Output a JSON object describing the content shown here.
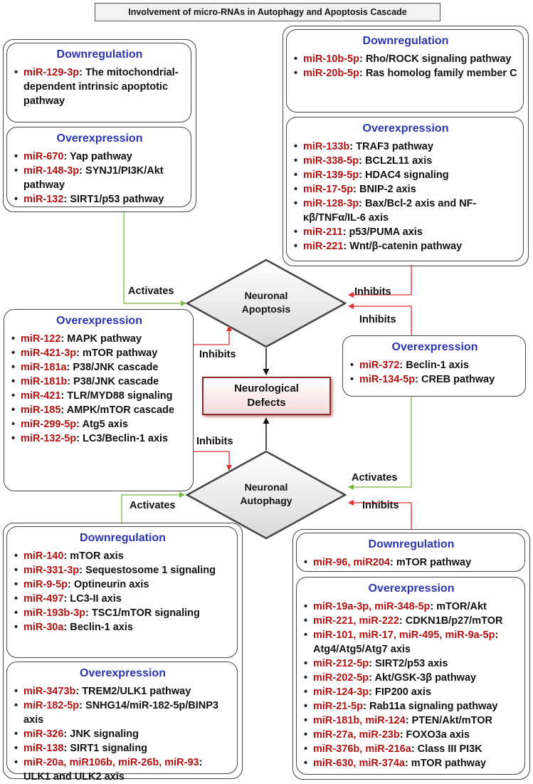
{
  "title": "Involvement of micro-RNAs in Autophagy and Apoptosis Cascade",
  "center": {
    "apoptosis_line1": "Neuronal",
    "apoptosis_line2": "Apoptosis",
    "defects_line1": "Neurological",
    "defects_line2": "Defects",
    "autophagy_line1": "Neuronal",
    "autophagy_line2": "Autophagy"
  },
  "labels": {
    "activates_top_left": "Activates",
    "inhibits_top_right": "Inhibits",
    "inhibits_right_lower": "Inhibits",
    "inhibits_mid_left": "Inhibits",
    "inhibits_low_left": "Inhibits",
    "activates_right": "Activates",
    "activates_bottom_left": "Activates",
    "inhibits_bottom_right": "Inhibits"
  },
  "panels": {
    "tl_down": {
      "heading": "Downregulation",
      "items": [
        {
          "mir": "miR-129-3p",
          "text": ": The mitochondrial-dependent intrinsic apoptotic pathway"
        }
      ]
    },
    "tl_over": {
      "heading": "Overexpression",
      "items": [
        {
          "mir": "miR-670",
          "text": ": Yap pathway"
        },
        {
          "mir": "miR-148-3p",
          "text": ": SYNJ1/PI3K/Akt pathway"
        },
        {
          "mir": "miR-132",
          "text": ": SIRT1/p53 pathway"
        }
      ]
    },
    "tr_down": {
      "heading": "Downregulation",
      "items": [
        {
          "mir": "miR-10b-5p",
          "text": ": Rho/ROCK signaling pathway"
        },
        {
          "mir": "miR-20b-5p",
          "text": ": Ras homolog family member C"
        }
      ]
    },
    "tr_over": {
      "heading": "Overexpression",
      "items": [
        {
          "mir": "miR-133b",
          "text": ": TRAF3 pathway"
        },
        {
          "mir": "miR-338-5p",
          "text": ": BCL2L11 axis"
        },
        {
          "mir": "miR-139-5p",
          "text": ": HDAC4 signaling"
        },
        {
          "mir": "miR-17-5p",
          "text": ": BNIP-2 axis"
        },
        {
          "mir": "miR-128-3p",
          "text": ": Bax/Bcl-2 axis and NF-κβ/TNFα/IL-6 axis"
        },
        {
          "mir": "miR-211",
          "text": ": p53/PUMA axis"
        },
        {
          "mir": "miR-221",
          "text": ": Wnt/β-catenin pathway"
        }
      ]
    },
    "ml_over": {
      "heading": "Overexpression",
      "items": [
        {
          "mir": "miR-122",
          "text": ": MAPK pathway"
        },
        {
          "mir": "miR-421-3p",
          "text": ": mTOR pathway"
        },
        {
          "mir": "miR-181a",
          "text": ": P38/JNK cascade"
        },
        {
          "mir": "miR-181b",
          "text": ": P38/JNK cascade"
        },
        {
          "mir": "miR-421",
          "text": ": TLR/MYD88 signaling"
        },
        {
          "mir": "miR-185",
          "text": ": AMPK/mTOR cascade"
        },
        {
          "mir": "miR-299-5p",
          "text": ": Atg5 axis"
        },
        {
          "mir": "miR-132-5p",
          "text": ": LC3/Beclin-1 axis"
        }
      ]
    },
    "mr_over": {
      "heading": "Overexpression",
      "items": [
        {
          "mir": "miR-372",
          "text": ": Beclin-1 axis"
        },
        {
          "mir": "miR-134-5p",
          "text": ": CREB pathway"
        }
      ]
    },
    "bl_down": {
      "heading": "Downregulation",
      "items": [
        {
          "mir": "miR-140",
          "text": ": mTOR axis"
        },
        {
          "mir": "miR-331-3p",
          "text": ": Sequestosome 1 signaling"
        },
        {
          "mir": "miR-9-5p",
          "text": ": Optineurin axis"
        },
        {
          "mir": "miR-497",
          "text": ": LC3-II axis"
        },
        {
          "mir": "miR-193b-3p",
          "text": ": TSC1/mTOR signaling"
        },
        {
          "mir": "miR-30a",
          "text": ": Beclin-1 axis"
        }
      ]
    },
    "bl_over": {
      "heading": "Overexpression",
      "items": [
        {
          "mir": "miR-3473b",
          "text": ": TREM2/ULK1 pathway"
        },
        {
          "mir": "miR-182-5p",
          "text": ": SNHG14/miR-182-5p/BINP3 axis"
        },
        {
          "mir": "miR-326",
          "text": ": JNK signaling"
        },
        {
          "mir": "miR-138",
          "text": ": SIRT1 signaling"
        },
        {
          "mir": "miR-20a, miR106b, miR-26b, miR-93",
          "text": ": ULK1 and ULK2 axis"
        }
      ]
    },
    "br_down": {
      "heading": "Downregulation",
      "items": [
        {
          "mir": "miR-96, miR204",
          "text": ": mTOR pathway"
        }
      ]
    },
    "br_over": {
      "heading": "Overexpression",
      "items": [
        {
          "mir": "miR-19a-3p, miR-348-5p",
          "text": ": mTOR/Akt"
        },
        {
          "mir": "miR-221, miR-222",
          "text": ": CDKN1B/p27/mTOR"
        },
        {
          "mir": "miR-101, miR-17, miR-495, miR-9a-5p",
          "text": ": Atg4/Atg5/Atg7 axis"
        },
        {
          "mir": "miR-212-5p",
          "text": ": SIRT2/p53 axis"
        },
        {
          "mir": "miR-202-5p",
          "text": ": Akt/GSK-3β pathway"
        },
        {
          "mir": "miR-124-3p",
          "text": ": FIP200 axis"
        },
        {
          "mir": "miR-21-5p",
          "text": ": Rab11a signaling pathway"
        },
        {
          "mir": "miR-181b, miR-124",
          "text": ": PTEN/Akt/mTOR"
        },
        {
          "mir": "miR-27a, miR-23b",
          "text": ": FOXO3a axis"
        },
        {
          "mir": "miR-376b, miR-216a",
          "text": ": Class III PI3K"
        },
        {
          "mir": "miR-630, miR-374a",
          "text": ": mTOR pathway"
        }
      ]
    }
  },
  "colors": {
    "heading": "#2b35b0",
    "mirna": "#b31212",
    "activates_arrow": "#7ab648",
    "inhibits_arrow": "#e03030",
    "defects_border": "#8b2a2a"
  }
}
